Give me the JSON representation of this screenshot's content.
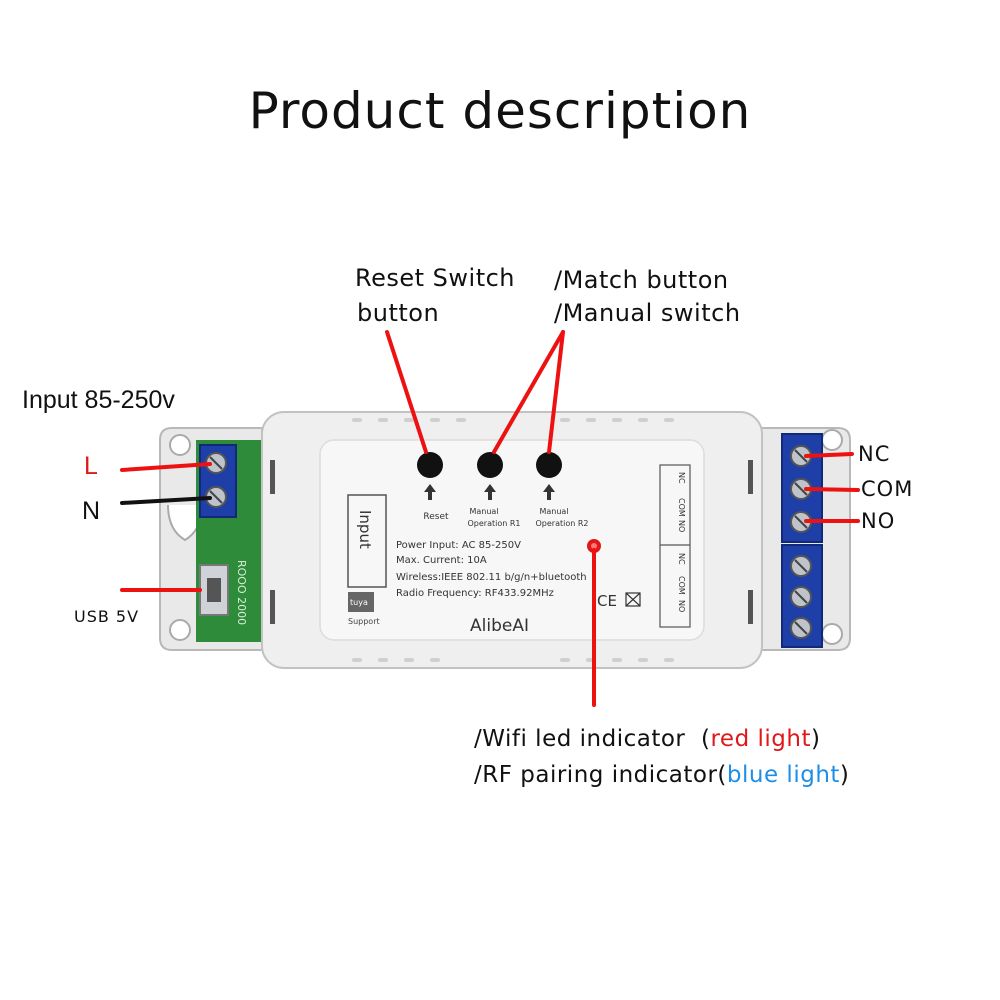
{
  "title": "Product description",
  "labels": {
    "reset_line1": "Reset Switch",
    "reset_line2": "button",
    "match_line1": "/Match button",
    "match_line2": "/Manual switch",
    "input": "Input 85-250v",
    "l": "L",
    "n": "N",
    "usb": "USB 5V",
    "nc": "NC",
    "com": "COM",
    "no": "NO",
    "wifi_prefix": "/Wifi led indicator  (",
    "wifi_color": "red light",
    "wifi_suffix": ")",
    "rf_prefix": "/RF pairing indicator(",
    "rf_color": "blue light",
    "rf_suffix": ")"
  },
  "device": {
    "btn_reset": "Reset",
    "btn_manual1_a": "Manual",
    "btn_manual1_b": "Operation R1",
    "btn_manual2_a": "Manual",
    "btn_manual2_b": "Operation R2",
    "input_box": "Input",
    "spec1": "Power Input:  AC 85-250V",
    "spec2": "Max. Current:  10A",
    "spec3": "Wireless:IEEE 802.11 b/g/n+bluetooth",
    "spec4": "Radio Frequency:  RF433.92MHz",
    "brand": "AlibeAI",
    "tuya": "tuya",
    "support": "Support",
    "ce": "CE",
    "pcb_text": "ROOO 2000",
    "term_top": [
      "NC",
      "COM",
      "NO"
    ],
    "term_bottom": [
      "NC",
      "COM",
      "NO"
    ]
  },
  "colors": {
    "pointer_red": "#ee1111",
    "light_red": "#e01818",
    "light_blue": "#1d8fe8",
    "terminal_blue": "#1e3fa8",
    "pcb_green": "#2e8b3a",
    "housing": "#efefef"
  }
}
